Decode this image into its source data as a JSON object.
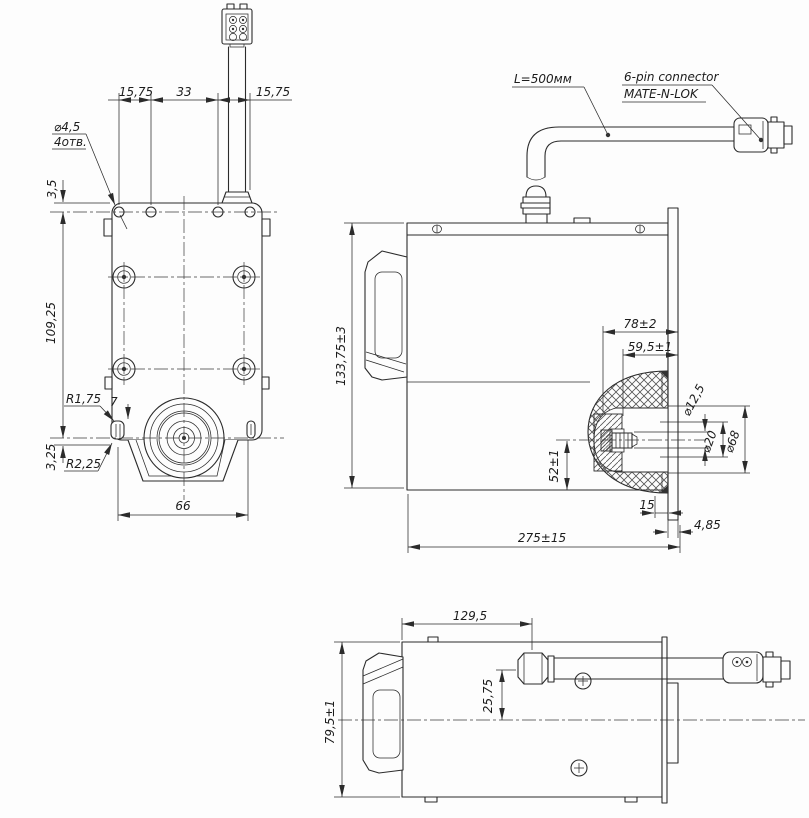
{
  "drawing": {
    "front": {
      "dia_callout": "⌀4,5",
      "holes_count": "4отв.",
      "pitch_left": "15,75",
      "pitch_mid": "33",
      "pitch_right": "15,75",
      "edge_to_holes": "3,5",
      "holes_to_axis": "109,25",
      "tab_radius_outer": "R1,75",
      "tab_radius_inner": "R2,25",
      "tab_height": "7",
      "axis_to_tab": "3,25",
      "foot_width": "66"
    },
    "cable": {
      "length": "L=500мм",
      "connector_line1": "6-pin connector",
      "connector_line2": "MATE-N-LOK"
    },
    "side": {
      "knob_depth": "78±2",
      "knob_face": "59,5±1",
      "body_height": "133,75±3",
      "axis_to_bottom": "52±1",
      "dia_bore": "⌀12,5",
      "dia_sleeve": "⌀20",
      "dia_opening": "⌀68",
      "lip_offset": "15",
      "flange_thickness": "4,85",
      "body_length": "275±15"
    },
    "bottom": {
      "gland_offset": "129,5",
      "cable_to_axis": "25,75",
      "body_width": "79,5±1"
    }
  }
}
